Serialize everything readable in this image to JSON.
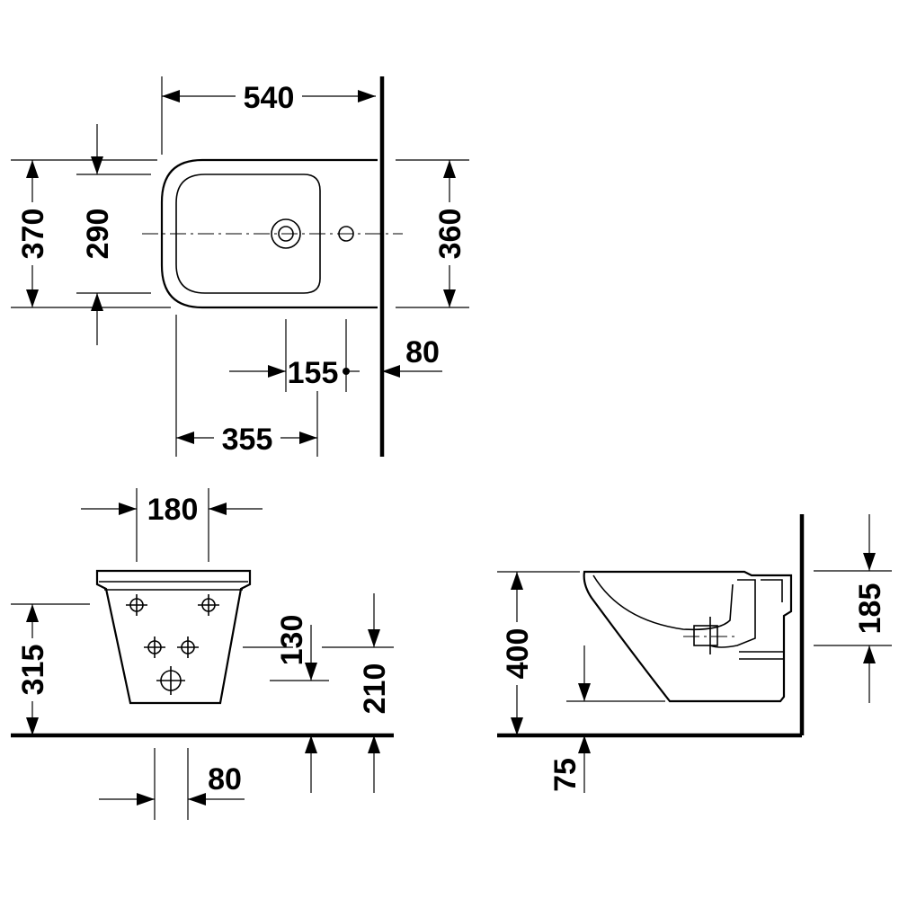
{
  "top_view": {
    "overall_width": "540",
    "overall_depth": "370",
    "bowl_depth": "290",
    "wall_depth": "360",
    "tap_to_outlet": "155",
    "wall_to_tap": "80",
    "front_to_outlet": "355"
  },
  "front_view": {
    "fixing_spacing": "180",
    "height_to_rim": "315",
    "inlet_height": "130",
    "outlet_height": "210",
    "waste_offset": "80"
  },
  "side_view": {
    "rim_height": "400",
    "rim_to_inlet": "185",
    "floor_offset": "75"
  }
}
